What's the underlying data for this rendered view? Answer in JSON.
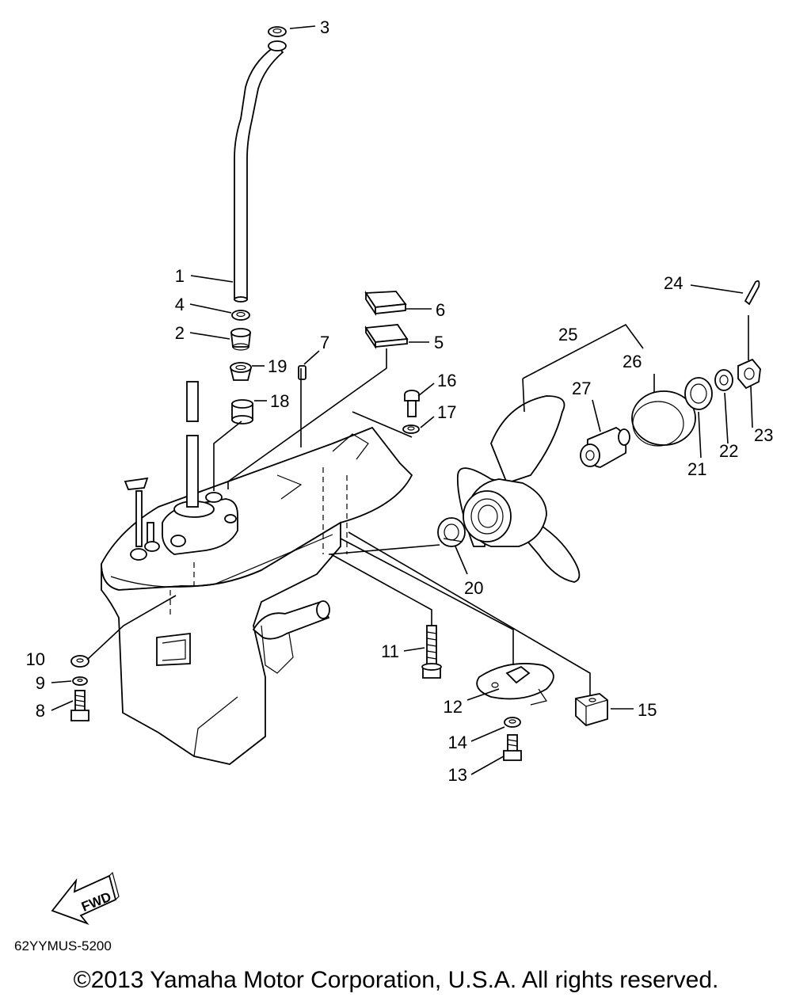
{
  "diagram": {
    "callouts": [
      "1",
      "2",
      "3",
      "4",
      "5",
      "6",
      "7",
      "8",
      "9",
      "10",
      "11",
      "12",
      "13",
      "14",
      "15",
      "16",
      "17",
      "18",
      "19",
      "20",
      "21",
      "22",
      "23",
      "24",
      "25",
      "26",
      "27"
    ],
    "fwd_label": "FWD",
    "diagram_code": "62YYMUS-5200",
    "copyright": "©2013 Yamaha Motor Corporation, U.S.A. All rights reserved."
  }
}
